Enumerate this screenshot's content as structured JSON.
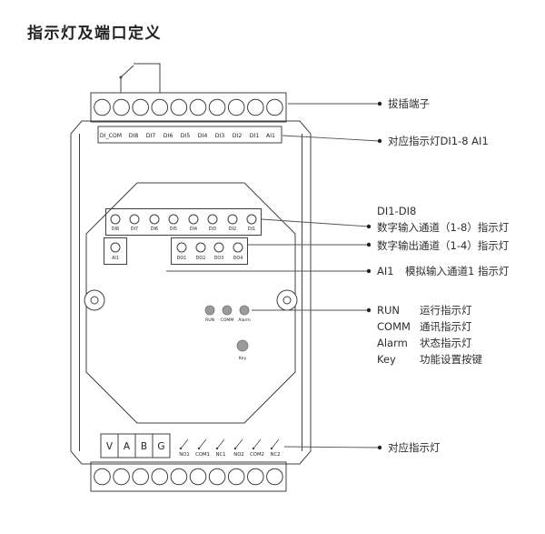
{
  "title": "指示灯及端口定义",
  "colors": {
    "outline": "#404040",
    "text": "#2e2e2e",
    "led_gray": "#9b9b9b",
    "background": "#ffffff"
  },
  "device": {
    "port_labels": [
      "DI_COM",
      "DI8",
      "DI7",
      "DI6",
      "DI5",
      "DI4",
      "DI3",
      "DI2",
      "DI1",
      "AI1"
    ],
    "di_leds": [
      "DI8",
      "DI7",
      "DI6",
      "DI5",
      "DI4",
      "DI3",
      "DI2",
      "DI1"
    ],
    "ai_led": "AI1",
    "do_leds": [
      "DO1",
      "DO2",
      "DO3",
      "DO4"
    ],
    "status_leds": [
      "RUN",
      "COMM",
      "Alarm"
    ],
    "key_led": "Key",
    "power_terminals": [
      "V",
      "A",
      "B",
      "G"
    ],
    "relay_terminals": [
      "NO1",
      "COM1",
      "NC1",
      "NO2",
      "COM2",
      "NC2"
    ]
  },
  "annotations": {
    "plug_terminal": "拔插端子",
    "top_indicator": "对应指示灯DI1-8 AI1",
    "di_range": "DI1-DI8",
    "di_desc": "数字输入通道（1-8）指示灯",
    "do_desc": "数字输出通道（1-4）指示灯",
    "ai_term": "AI1",
    "ai_desc": "模拟输入通道1 指示灯",
    "run_term": "RUN",
    "run_desc": "运行指示灯",
    "comm_term": "COMM",
    "comm_desc": "通讯指示灯",
    "alarm_term": "Alarm",
    "alarm_desc": "状态指示灯",
    "key_term": "Key",
    "key_desc": "功能设置按键",
    "bottom_indicator": "对应指示灯"
  }
}
